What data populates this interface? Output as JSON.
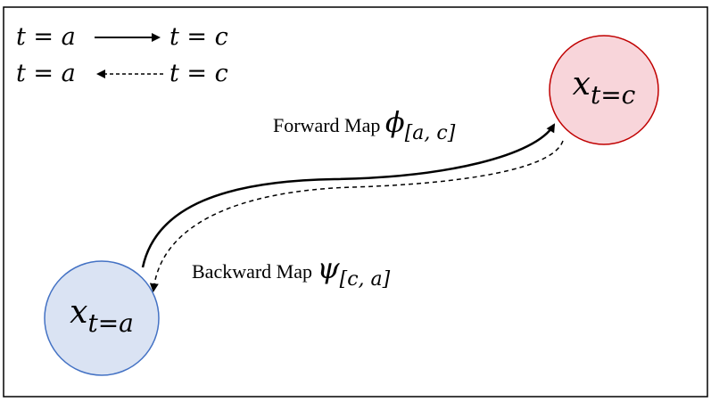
{
  "legend": {
    "forward": {
      "left": "t = a",
      "right": "t = c",
      "style": "solid"
    },
    "backward": {
      "left": "t = a",
      "right": "t = c",
      "style": "dashed"
    }
  },
  "nodes": {
    "start": {
      "label": "x",
      "subscript": "t=a",
      "fill": "#dae3f3",
      "stroke": "#4472c4"
    },
    "end": {
      "label": "x",
      "subscript": "t=c",
      "fill": "#f8d5da",
      "stroke": "#c00000"
    }
  },
  "forward_map": {
    "text": "Forward Map ",
    "symbol": "ϕ",
    "subscript": "[a, c]"
  },
  "backward_map": {
    "text": "Backward Map ",
    "symbol": "ψ",
    "subscript": "[c, a]"
  },
  "colors": {
    "border": "#000000",
    "arrow": "#000000"
  }
}
